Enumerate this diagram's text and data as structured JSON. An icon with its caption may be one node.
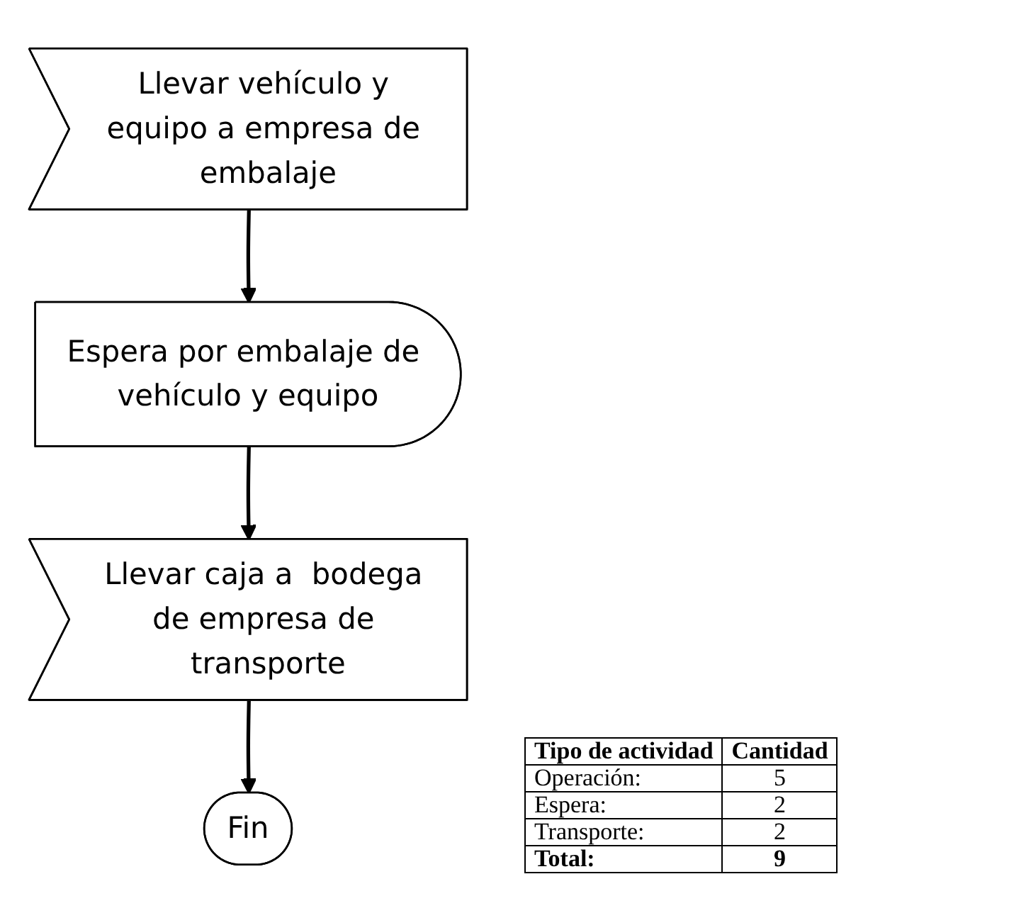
{
  "diagram": {
    "nodes": [
      {
        "text": [
          "Llevar vehículo y equipo a empresa de embalaje"
        ]
      },
      {
        "text": [
          "Espera por embalaje de vehículo y equipo"
        ]
      },
      {
        "text": [
          "Llevar caja a  bodega de empresa de transporte"
        ]
      },
      {
        "text": [
          "Fin"
        ]
      }
    ],
    "edges": [
      {
        "from": 0,
        "to": 1,
        "arrow": "to"
      },
      {
        "from": 1,
        "to": 2,
        "arrow": "to"
      },
      {
        "from": 2,
        "to": 3,
        "arrow": "to"
      }
    ],
    "labels": [
      "Tipo de actividad",
      "Cantidad",
      "Operación:",
      "5",
      "Espera:",
      "2",
      "Transporte:",
      "2",
      "Total:",
      "9"
    ]
  }
}
